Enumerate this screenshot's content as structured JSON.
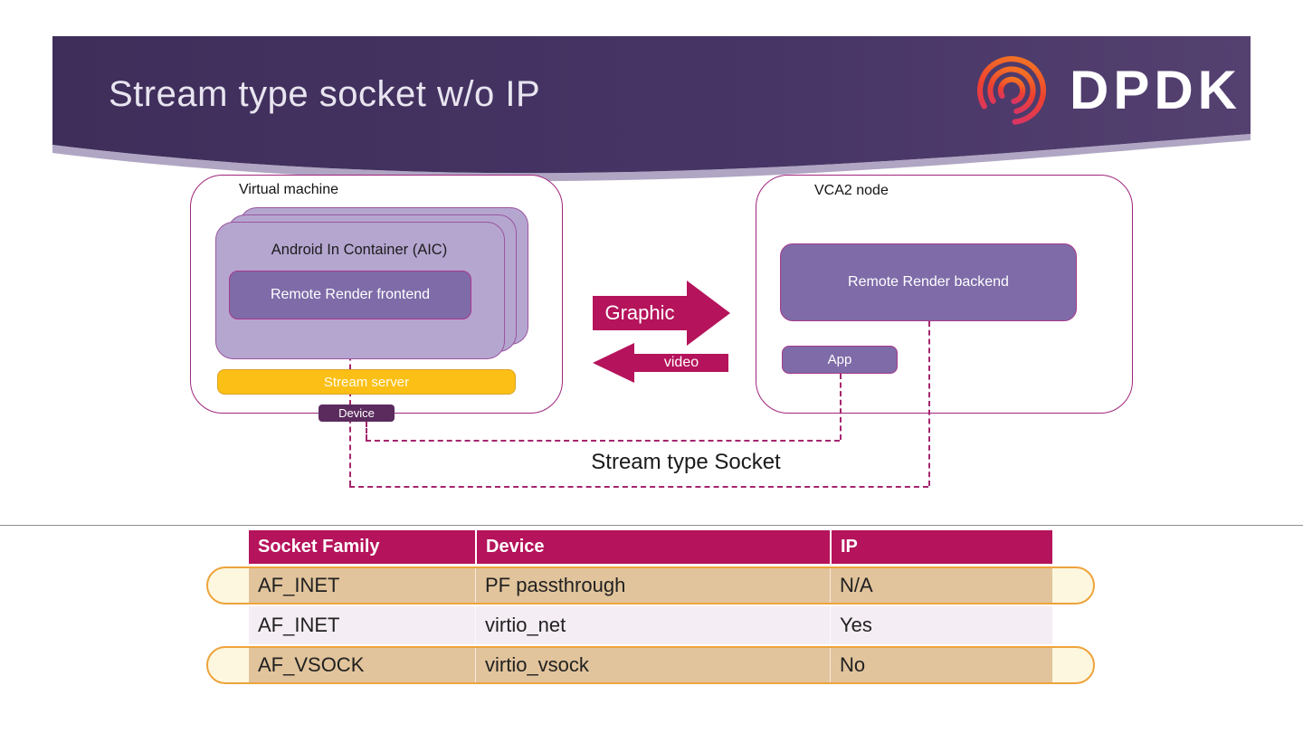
{
  "slide": {
    "title": "Stream type socket w/o IP",
    "logo_text": "DPDK"
  },
  "diagram": {
    "vm": {
      "label": "Virtual machine",
      "aic_label": "Android In Container (AIC)",
      "frontend_label": "Remote Render frontend",
      "stream_server_label": "Stream server",
      "device_label": "Device"
    },
    "vca": {
      "label": "VCA2 node",
      "backend_label": "Remote Render backend",
      "app_label": "App"
    },
    "arrows": {
      "graphic": "Graphic",
      "video": "video"
    },
    "socket_label": "Stream type Socket"
  },
  "table": {
    "headers": [
      "Socket Family",
      "Device",
      "IP"
    ],
    "rows": [
      {
        "family": "AF_INET",
        "device": "PF passthrough",
        "ip": "N/A",
        "highlighted": true
      },
      {
        "family": "AF_INET",
        "device": "virtio_net",
        "ip": "Yes",
        "highlighted": false
      },
      {
        "family": "AF_VSOCK",
        "device": "virtio_vsock",
        "ip": "No",
        "highlighted": true
      }
    ]
  },
  "colors": {
    "accent_magenta": "#b5135b",
    "header_band_purple": "#44325f",
    "box_purple": "#7e6ba8",
    "box_light_purple": "#b5a6d0",
    "stream_server_amber": "#fcbf15",
    "device_plum": "#5b2b5e",
    "dashed_line": "#a5256f",
    "highlight_border_orange": "#eea33c",
    "highlight_row_tan": "#e1c49c",
    "row_light": "#f5edf4"
  }
}
